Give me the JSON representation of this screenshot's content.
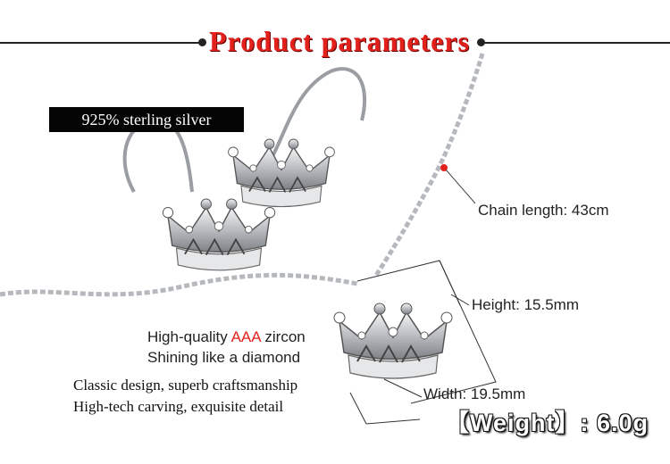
{
  "header": {
    "title": "Product parameters"
  },
  "badge": {
    "material": "925% sterling silver"
  },
  "specs": {
    "chain_length": "Chain length: 43cm",
    "height": "Height:  15.5mm",
    "width": "Width:  19.5mm",
    "weight": "【Weight】: 6.0g"
  },
  "features": {
    "zircon_prefix": "High-quality ",
    "zircon_highlight": "AAA",
    "zircon_suffix": " zircon",
    "shine": "Shining like a diamond",
    "design": "Classic design, superb craftsmanship",
    "carving": "High-tech carving, exquisite detail"
  },
  "colors": {
    "title_red": "#e2201c",
    "silver": "#c9ccd0",
    "dark": "#222222"
  }
}
